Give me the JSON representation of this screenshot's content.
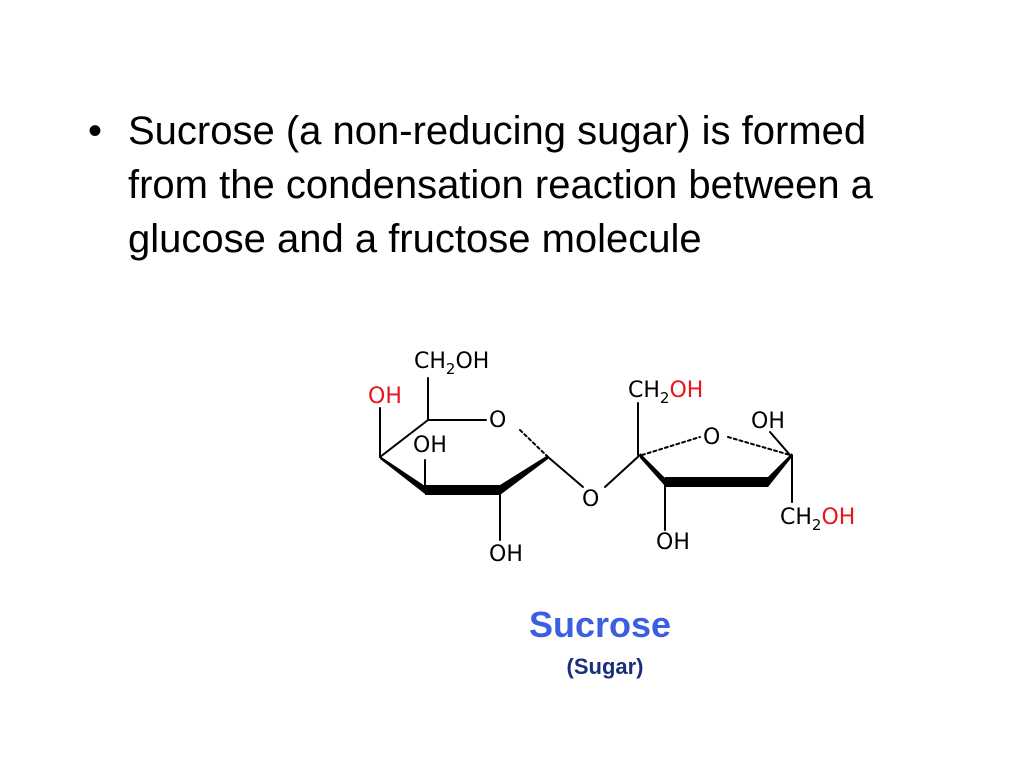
{
  "slide": {
    "bullet_marker": "•",
    "bullet_text": "Sucrose (a non-reducing sugar) is formed from the condensation reaction between a glucose and a fructose molecule"
  },
  "structure": {
    "glucose": {
      "top_group": {
        "ch2": "CH",
        "sub": "2",
        "oh": "OH"
      },
      "ring_oxygen": "O",
      "c4_hydroxyl": "OH",
      "c3_hydroxyl": "OH",
      "c2_hydroxyl": "OH"
    },
    "glycosidic_oxygen": "O",
    "fructose": {
      "top_group": {
        "ch2": "CH",
        "sub": "2",
        "oh": "OH"
      },
      "ring_oxygen": "O",
      "c3_hydroxyl": "OH",
      "c2_hydroxyl": "OH",
      "bottom_group": {
        "ch2": "CH",
        "sub": "2",
        "oh": "OH"
      }
    }
  },
  "caption": {
    "title": "Sucrose",
    "subtitle": "(Sugar)"
  },
  "colors": {
    "highlight": "#e8141b",
    "caption_title": "#3b5fe0",
    "caption_subtitle": "#1a2f7a",
    "bond": "#000000"
  }
}
